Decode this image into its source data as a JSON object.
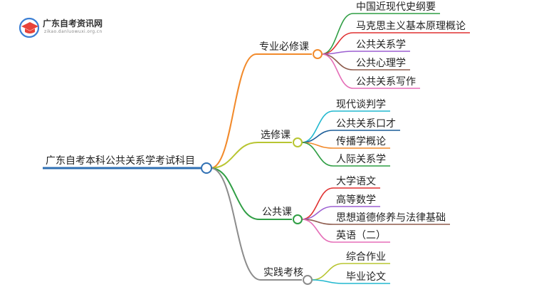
{
  "logo": {
    "name": "广东自考资讯网",
    "url_text": "zikao.danluowuxi.org.cn",
    "color_main": "#e8433a",
    "color_accent": "#3c7fd4"
  },
  "root": {
    "label": "广东自考本科公共关系学考试科目",
    "color": "#2f6fb3"
  },
  "branches": [
    {
      "label": "专业必修课",
      "color": "#f28a2b",
      "children": [
        {
          "label": "中国近现代史纲要",
          "color": "#2f9e44"
        },
        {
          "label": "马克思主义基本原理概论",
          "color": "#e03131"
        },
        {
          "label": "公共关系学",
          "color": "#9c5fd1"
        },
        {
          "label": "公共心理学",
          "color": "#8d5b4c"
        },
        {
          "label": "公共关系写作",
          "color": "#e56fb8"
        }
      ]
    },
    {
      "label": "选修课",
      "color": "#b8c531",
      "children": [
        {
          "label": "现代谈判学",
          "color": "#22b8cf"
        },
        {
          "label": "公共关系口才",
          "color": "#1c5d99"
        },
        {
          "label": "传播学概论",
          "color": "#f28a2b"
        },
        {
          "label": "人际关系学",
          "color": "#2f9e44"
        }
      ]
    },
    {
      "label": "公共课",
      "color": "#2f9e44",
      "children": [
        {
          "label": "大学语文",
          "color": "#e03131"
        },
        {
          "label": "高等数学",
          "color": "#9c5fd1"
        },
        {
          "label": "思想道德修养与法律基础",
          "color": "#8d5b4c"
        },
        {
          "label": "英语（二）",
          "color": "#e56fb8"
        }
      ]
    },
    {
      "label": "实践考核",
      "color": "#8c8c8c",
      "children": [
        {
          "label": "综合作业",
          "color": "#b8c531"
        },
        {
          "label": "毕业论文",
          "color": "#22b8cf"
        }
      ]
    }
  ]
}
